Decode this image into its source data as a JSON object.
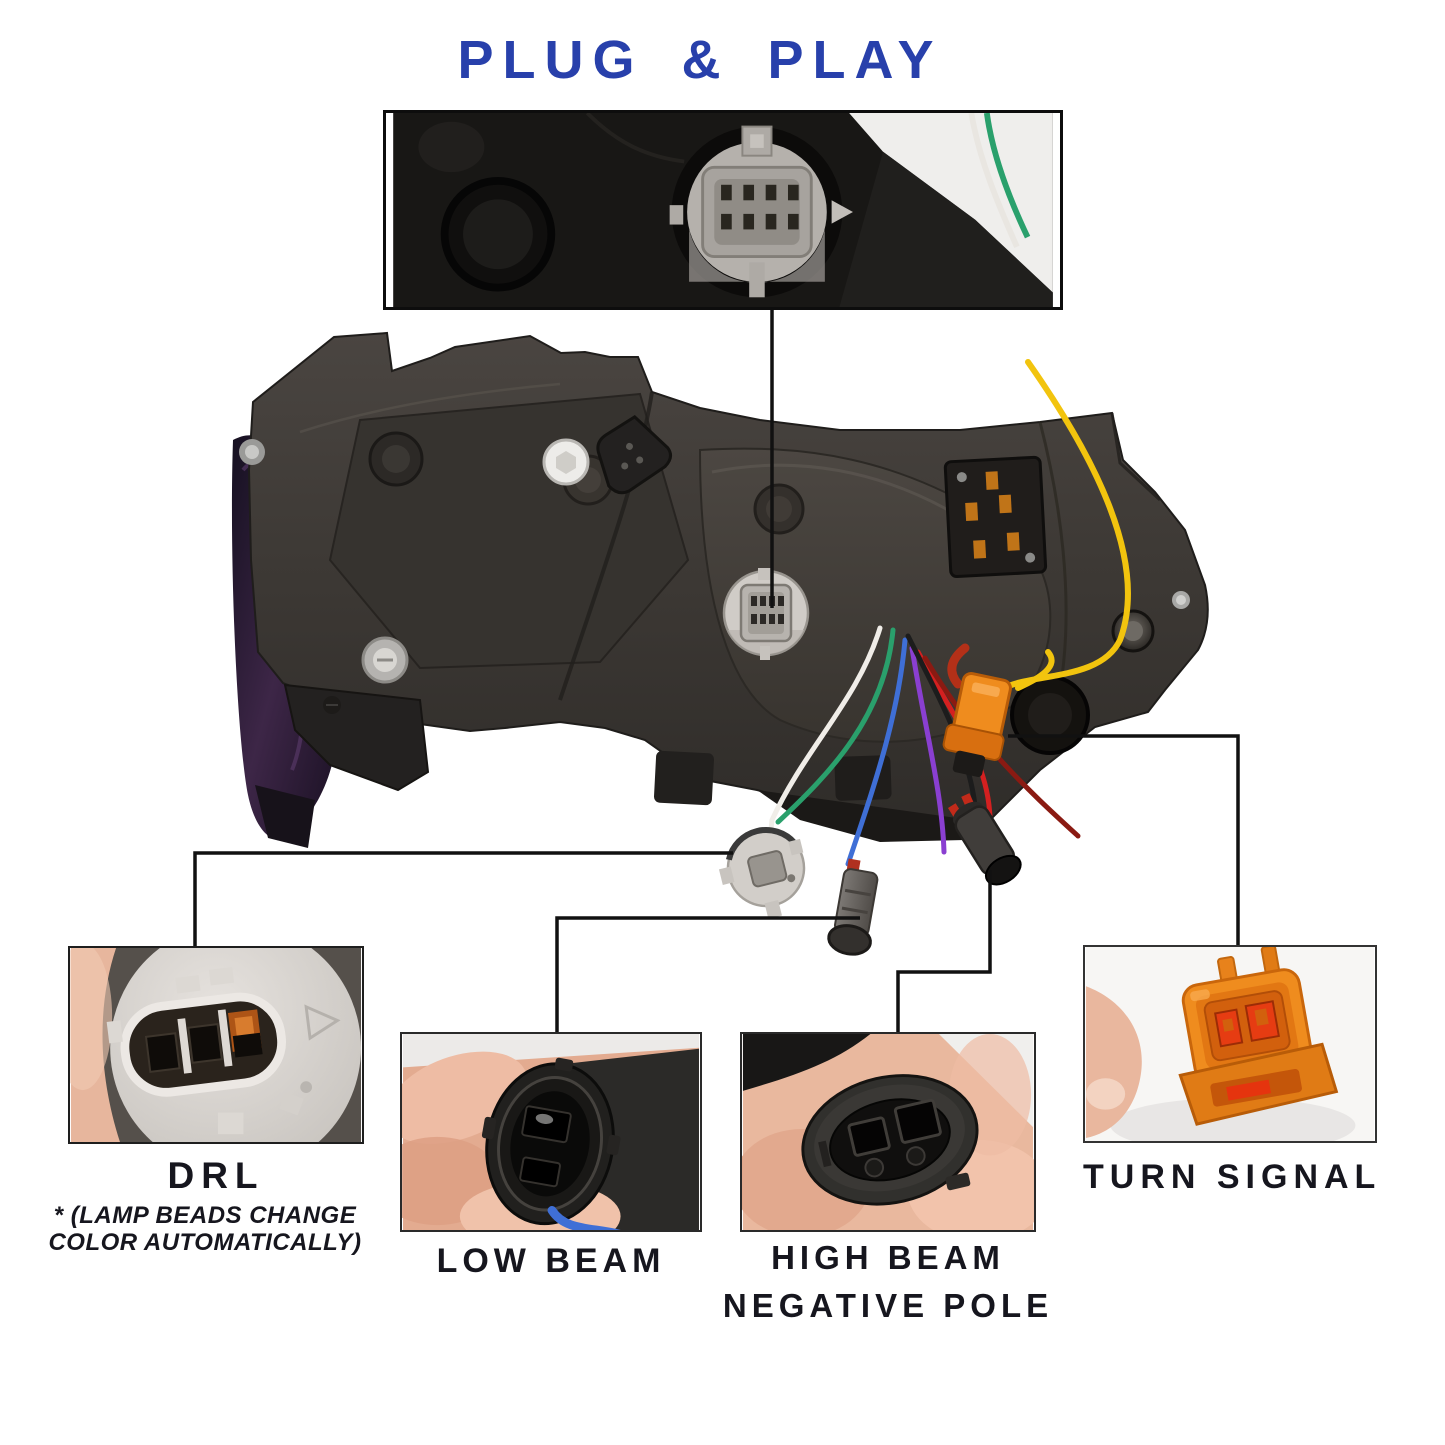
{
  "title": "PLUG & PLAY",
  "colors": {
    "title_blue": "#2840AB",
    "label_color": "#16161E",
    "callout_line": "#111111",
    "wire_yellow": "#F2C40E",
    "wire_green": "#2AA06C",
    "wire_blue": "#3F6FD6",
    "wire_purple": "#8A3FD1",
    "wire_red": "#D42020",
    "wire_dark_red": "#8A1A12",
    "wire_white": "#F0EDE8",
    "wire_black": "#1C1C1C",
    "connector_orange": "#EF8C1E"
  },
  "callouts": {
    "drl": {
      "label": "DRL",
      "note1": "* (LAMP BEADS CHANGE",
      "note2": "COLOR AUTOMATICALLY)"
    },
    "low_beam": {
      "label": "LOW BEAM"
    },
    "high_beam": {
      "label1": "HIGH BEAM",
      "label2": "NEGATIVE POLE"
    },
    "turn_signal": {
      "label": "TURN SIGNAL"
    }
  }
}
